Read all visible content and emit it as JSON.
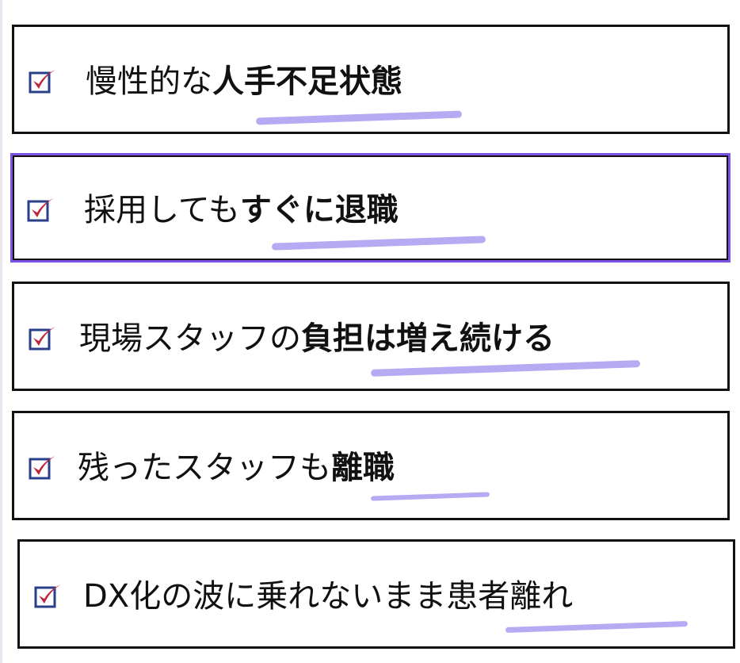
{
  "items": [
    {
      "plain": "慢性的な",
      "bold": "人手不足状態",
      "selected": false
    },
    {
      "plain": "採用しても",
      "bold": "すぐに退職",
      "selected": true
    },
    {
      "plain": "現場スタッフの",
      "bold": "負担は増え続ける",
      "selected": false
    },
    {
      "plain": "残ったスタッフも",
      "bold": "離職",
      "selected": false
    },
    {
      "plain": "DX化の波に乗れないまま患者離れ",
      "bold": "",
      "selected": false
    }
  ],
  "colors": {
    "check": "#c0243c",
    "box": "#2a3f8a",
    "highlight": "#a99cf0",
    "selected_border": "#7b52e6"
  }
}
